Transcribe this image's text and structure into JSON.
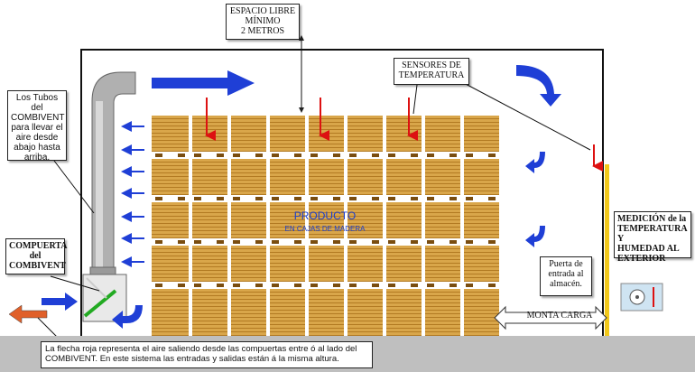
{
  "labels": {
    "espacio_libre": "ESPACIO LIBRE\nMÍNIMO\n2 METROS",
    "sensores": "SENSORES DE\nTEMPERATURA",
    "tubos": "Los Tubos del\nCOMBIVENT\npara llevar el\naire desde\nabajo hasta\narriba.",
    "compuerta": "COMPUERTA\ndel\nCOMBIVENT",
    "producto": "PRODUCTO",
    "producto_sub": "EN CAJAS DE MADERA",
    "puerta": "Puerta de\nentrada al\nalmacén.",
    "medicion": "MEDICIÓN de la\nTEMPERATURA Y\nHUMEDAD AL\nEXTERIOR",
    "monta_carga": "MONTA CARGA",
    "nota": "La flecha roja representa el aire saliendo desde las compuertas entre ó al lado del\nCOMBIVENT. En este sistema las entradas y salidas están á la misma altura."
  },
  "colors": {
    "airflow_arrow": "#1f3fd6",
    "sensor_arrow": "#dd1111",
    "exhaust_arrow": "#e0602a",
    "crate": "#d9a64a",
    "crate_slat": "#b27a22",
    "door": "#f2c81a",
    "gate": "#22aa22",
    "duct": "#a8a8a8"
  },
  "icons": {
    "outdoor_sensor": "thermometer-hygrometer-icon"
  }
}
